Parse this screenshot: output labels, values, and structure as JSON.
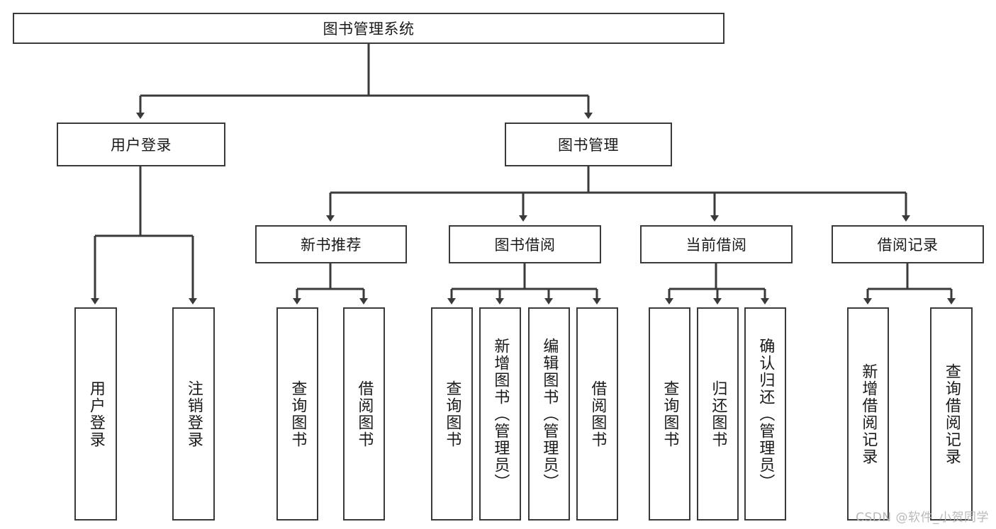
{
  "diagram": {
    "title": "图书管理系统",
    "type": "hierarchy-tree",
    "watermark": "CSDN @软件_小贺同学",
    "root": {
      "label": "图书管理系统"
    },
    "level2": [
      {
        "label": "用户登录"
      },
      {
        "label": "图书管理"
      }
    ],
    "level3": [
      {
        "label": "新书推荐"
      },
      {
        "label": "图书借阅"
      },
      {
        "label": "当前借阅"
      },
      {
        "label": "借阅记录"
      }
    ],
    "leaves": {
      "user_login": [
        {
          "label": "用户登录"
        },
        {
          "label": "注销登录"
        }
      ],
      "new_book_recommend": [
        {
          "label": "查询图书"
        },
        {
          "label": "借阅图书"
        }
      ],
      "book_borrow": [
        {
          "label": "查询图书"
        },
        {
          "label": "新增图书（管理员）"
        },
        {
          "label": "编辑图书（管理员）"
        },
        {
          "label": "借阅图书"
        }
      ],
      "current_borrow": [
        {
          "label": "查询图书"
        },
        {
          "label": "归还图书"
        },
        {
          "label": "确认归还（管理员）"
        }
      ],
      "borrow_record": [
        {
          "label": "新增借阅记录"
        },
        {
          "label": "查询借阅记录"
        }
      ]
    },
    "colors": {
      "stroke": "#3a3a3a",
      "background": "#ffffff",
      "text": "#1a1a1a",
      "watermark": "#b9b9b9"
    }
  }
}
